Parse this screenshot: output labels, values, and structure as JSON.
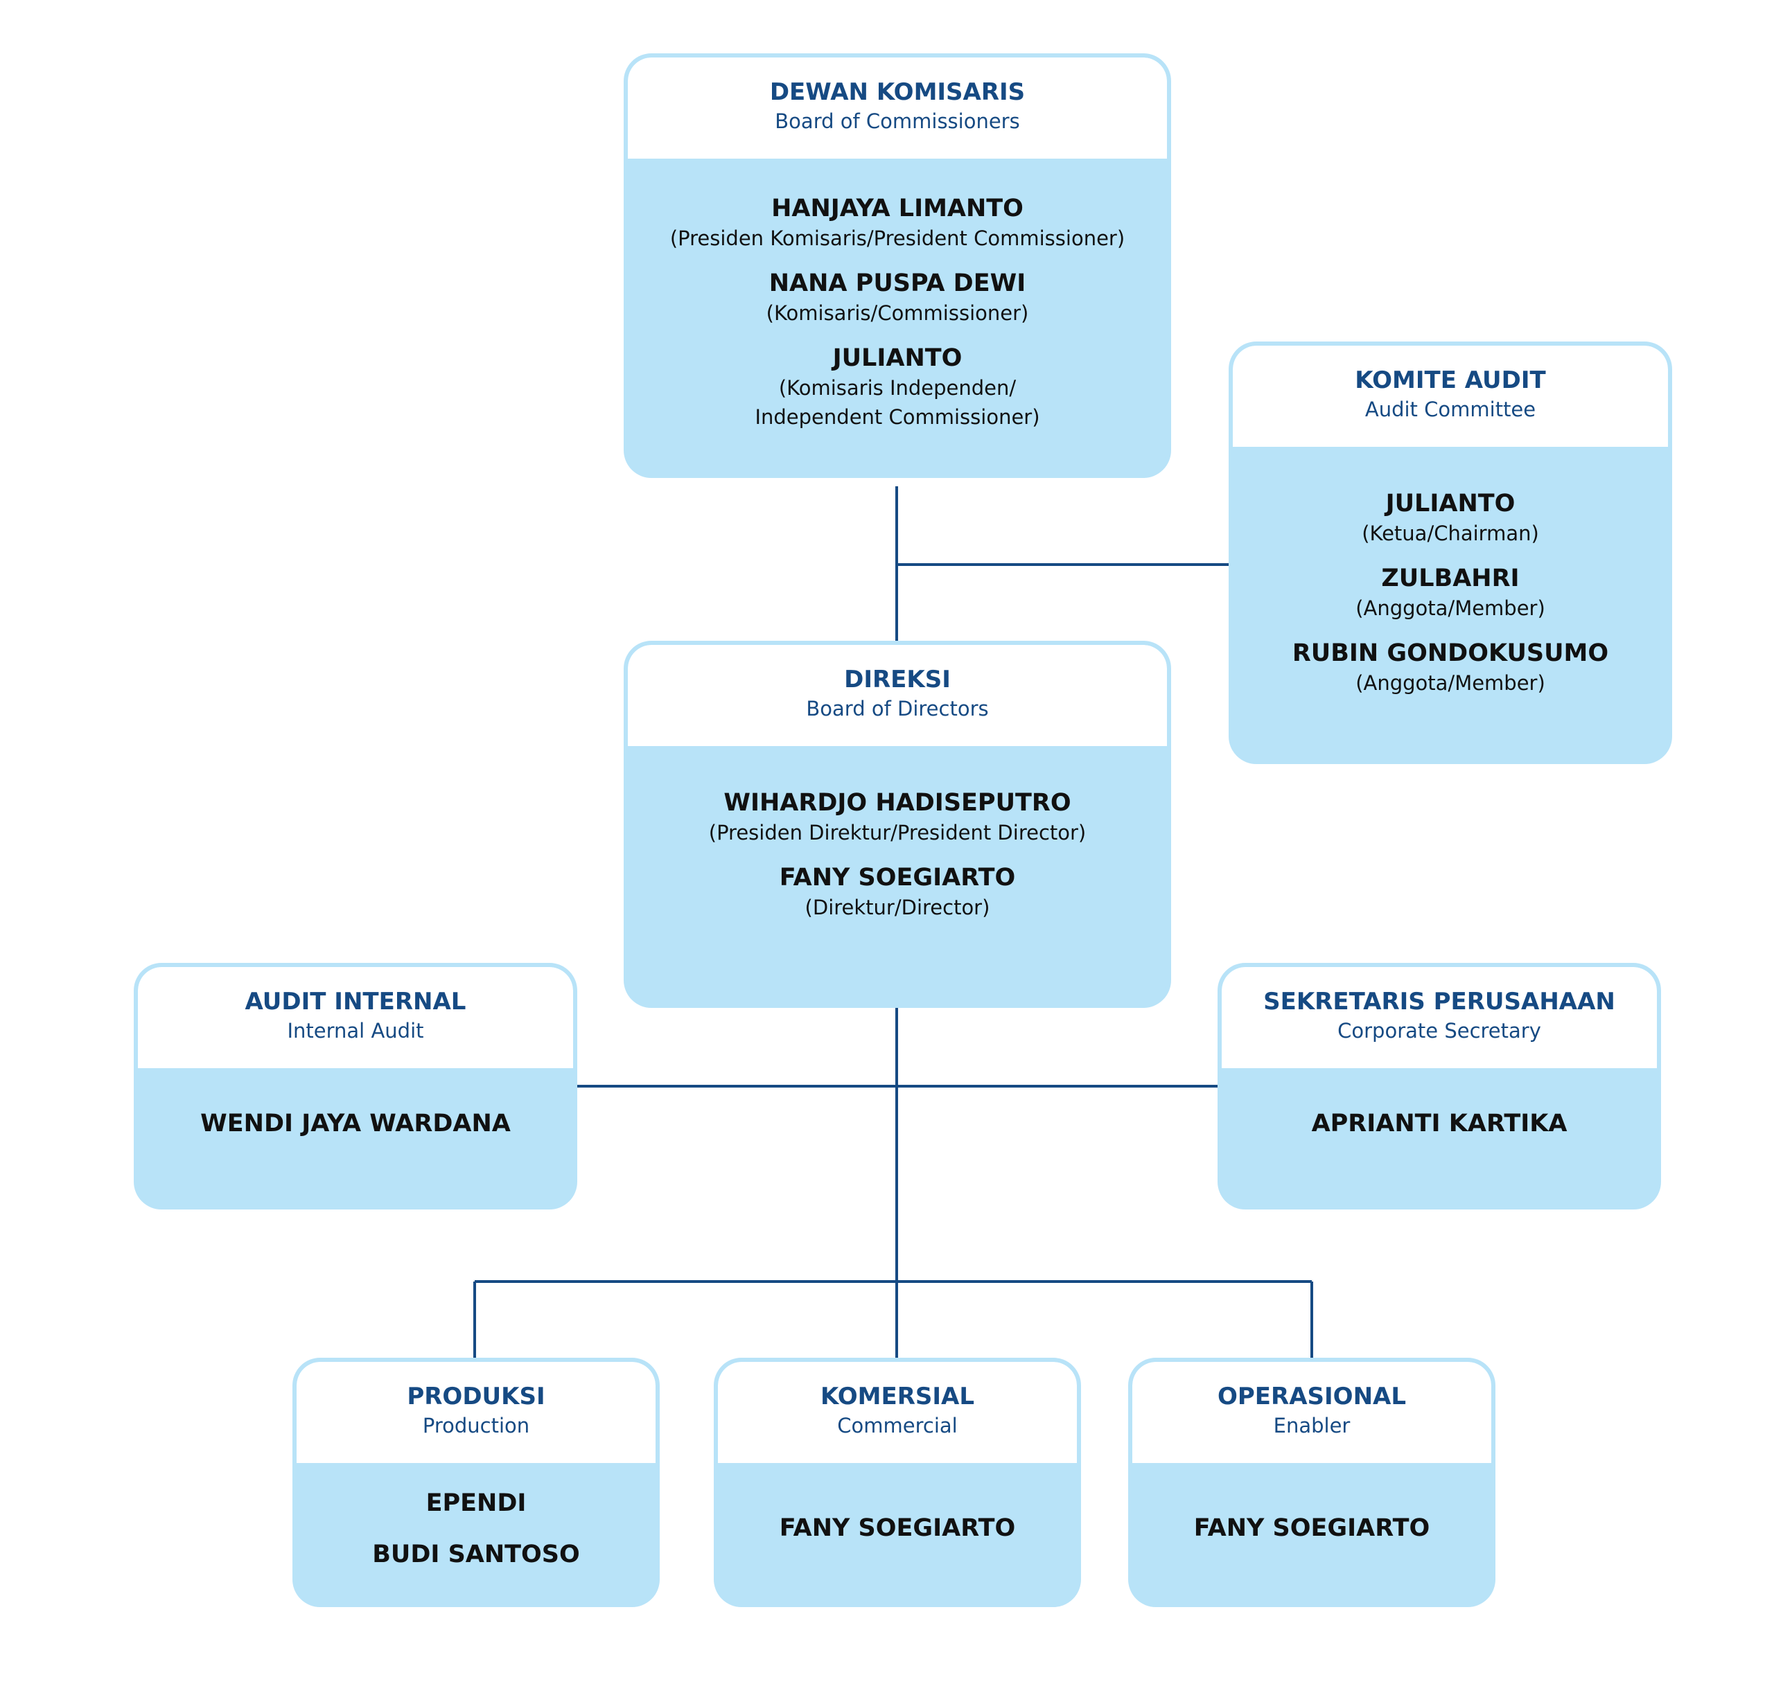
{
  "colors": {
    "title": "#164a83",
    "box": "#b8e3f8",
    "line": "#164a83",
    "text": "#111111"
  },
  "boc": {
    "title": "DEWAN KOMISARIS",
    "subtitle": "Board of Commissioners",
    "members": [
      {
        "name": "HANJAYA LIMANTO",
        "role": "(Presiden Komisaris/President Commissioner)"
      },
      {
        "name": "NANA PUSPA DEWI",
        "role": "(Komisaris/Commissioner)"
      },
      {
        "name": "JULIANTO",
        "role": "(Komisaris Independen/",
        "role2": "Independent Commissioner)"
      }
    ]
  },
  "audit_committee": {
    "title": "KOMITE AUDIT",
    "subtitle": "Audit Committee",
    "members": [
      {
        "name": "JULIANTO",
        "role": "(Ketua/Chairman)"
      },
      {
        "name": "ZULBAHRI",
        "role": "(Anggota/Member)"
      },
      {
        "name": "RUBIN GONDOKUSUMO",
        "role": "(Anggota/Member)"
      }
    ]
  },
  "bod": {
    "title": "DIREKSI",
    "subtitle": "Board of Directors",
    "members": [
      {
        "name": "WIHARDJO HADISEPUTRO",
        "role": "(Presiden Direktur/President Director)"
      },
      {
        "name": "FANY SOEGIARTO",
        "role": "(Direktur/Director)"
      }
    ]
  },
  "internal_audit": {
    "title": "AUDIT INTERNAL",
    "subtitle": "Internal Audit",
    "name": "WENDI JAYA WARDANA"
  },
  "corporate_secretary": {
    "title": "SEKRETARIS PERUSAHAAN",
    "subtitle": "Corporate Secretary",
    "name": "APRIANTI KARTIKA"
  },
  "production": {
    "title": "PRODUKSI",
    "subtitle": "Production",
    "names": [
      "EPENDI",
      "BUDI SANTOSO"
    ]
  },
  "commercial": {
    "title": "KOMERSIAL",
    "subtitle": "Commercial",
    "name": "FANY SOEGIARTO"
  },
  "operational": {
    "title": "OPERASIONAL",
    "subtitle": "Enabler",
    "name": "FANY SOEGIARTO"
  }
}
